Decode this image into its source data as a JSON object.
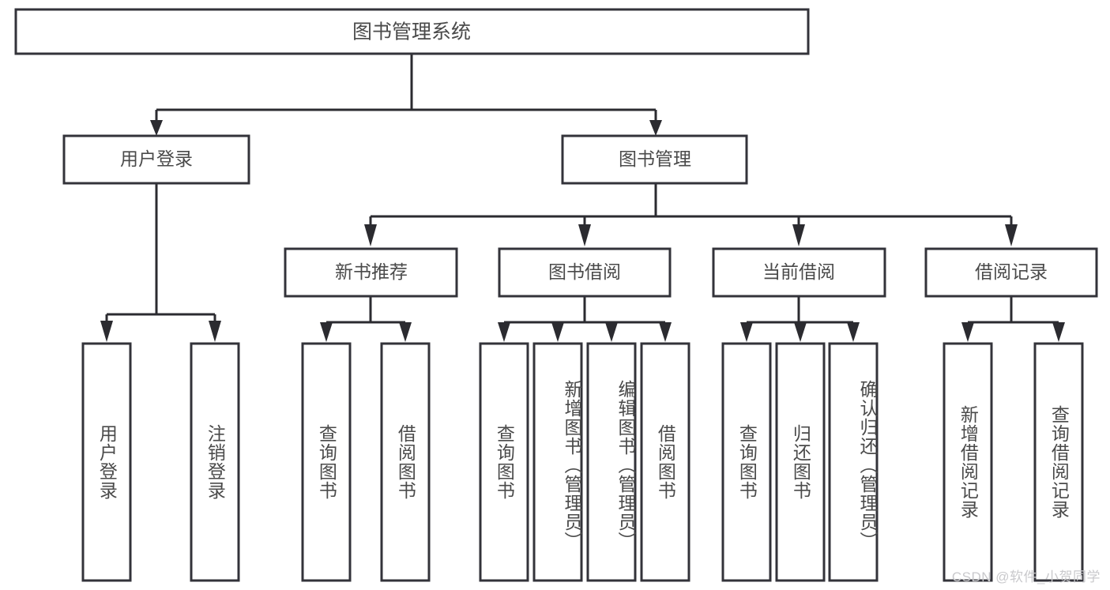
{
  "diagram": {
    "type": "tree-hierarchy-chart",
    "title": "图书管理系统",
    "orientation": "top-down",
    "colors": {
      "box_fill": "#ffffff",
      "box_stroke": "#33333a",
      "connector": "#2b2b30",
      "text": "#4a4a4a",
      "background": "#ffffff",
      "watermark": "#c9c9cc"
    },
    "root": {
      "label": "图书管理系统",
      "level": 0
    },
    "level1": [
      {
        "label": "用户登录"
      },
      {
        "label": "图书管理"
      }
    ],
    "level2": [
      {
        "label": "新书推荐"
      },
      {
        "label": "图书借阅"
      },
      {
        "label": "当前借阅"
      },
      {
        "label": "借阅记录"
      }
    ],
    "leaves": {
      "user_login": [
        {
          "label": "用户登录"
        },
        {
          "label": "注销登录"
        }
      ],
      "new_book_recommend": [
        {
          "label": "查询图书"
        },
        {
          "label": "借阅图书"
        }
      ],
      "book_borrow": [
        {
          "label": "查询图书"
        },
        {
          "label": "新增图书（管理员）"
        },
        {
          "label": "编辑图书（管理员）"
        },
        {
          "label": "借阅图书"
        }
      ],
      "current_borrow": [
        {
          "label": "查询图书"
        },
        {
          "label": "归还图书"
        },
        {
          "label": "确认归还（管理员）"
        }
      ],
      "borrow_record": [
        {
          "label": "新增借阅记录"
        },
        {
          "label": "查询借阅记录"
        }
      ]
    }
  },
  "watermark": {
    "text": "CSDN @软件_小贺同学"
  }
}
